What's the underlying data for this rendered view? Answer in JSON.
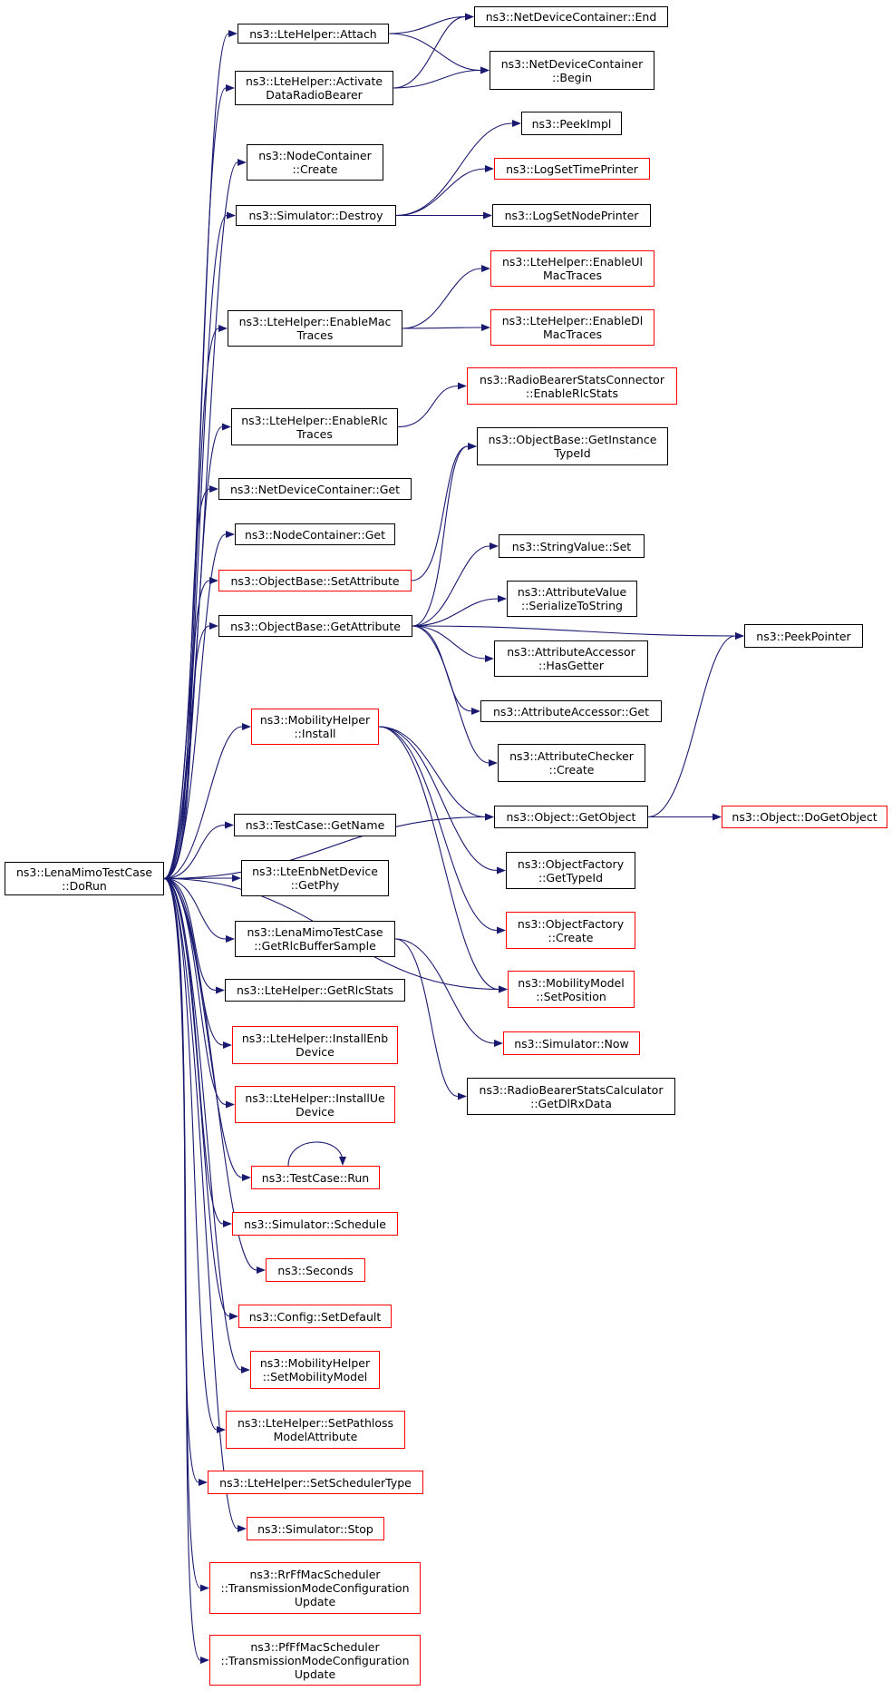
{
  "colors": {
    "edge": "#191970",
    "red_border": "#ff0000",
    "black_border": "#000000",
    "root_fill": "#bfbfbf"
  },
  "nodes": [
    {
      "id": "root",
      "lines": [
        "ns3::LenaMimoTestCase",
        "::DoRun"
      ],
      "style": "root"
    },
    {
      "id": "attach",
      "lines": [
        "ns3::LteHelper::Attach"
      ],
      "style": "black"
    },
    {
      "id": "activate",
      "lines": [
        "ns3::LteHelper::Activate",
        "DataRadioBearer"
      ],
      "style": "black"
    },
    {
      "id": "ndc_end",
      "lines": [
        "ns3::NetDeviceContainer::End"
      ],
      "style": "black"
    },
    {
      "id": "ndc_begin",
      "lines": [
        "ns3::NetDeviceContainer",
        "::Begin"
      ],
      "style": "black"
    },
    {
      "id": "nc_create",
      "lines": [
        "ns3::NodeContainer",
        "::Create"
      ],
      "style": "black"
    },
    {
      "id": "sim_destroy",
      "lines": [
        "ns3::Simulator::Destroy"
      ],
      "style": "black"
    },
    {
      "id": "peekimpl",
      "lines": [
        "ns3::PeekImpl"
      ],
      "style": "black"
    },
    {
      "id": "logtime",
      "lines": [
        "ns3::LogSetTimePrinter"
      ],
      "style": "red"
    },
    {
      "id": "lognode",
      "lines": [
        "ns3::LogSetNodePrinter"
      ],
      "style": "black"
    },
    {
      "id": "en_mac",
      "lines": [
        "ns3::LteHelper::EnableMac",
        "Traces"
      ],
      "style": "black"
    },
    {
      "id": "en_ul",
      "lines": [
        "ns3::LteHelper::EnableUl",
        "MacTraces"
      ],
      "style": "red"
    },
    {
      "id": "en_dl",
      "lines": [
        "ns3::LteHelper::EnableDl",
        "MacTraces"
      ],
      "style": "red"
    },
    {
      "id": "en_rlc",
      "lines": [
        "ns3::LteHelper::EnableRlc",
        "Traces"
      ],
      "style": "black"
    },
    {
      "id": "rbsc",
      "lines": [
        "ns3::RadioBearerStatsConnector",
        "::EnableRlcStats"
      ],
      "style": "red"
    },
    {
      "id": "ndc_get",
      "lines": [
        "ns3::NetDeviceContainer::Get"
      ],
      "style": "black"
    },
    {
      "id": "nc_get",
      "lines": [
        "ns3::NodeContainer::Get"
      ],
      "style": "black"
    },
    {
      "id": "ob_set",
      "lines": [
        "ns3::ObjectBase::SetAttribute"
      ],
      "style": "red"
    },
    {
      "id": "ob_get",
      "lines": [
        "ns3::ObjectBase::GetAttribute"
      ],
      "style": "black"
    },
    {
      "id": "ob_git",
      "lines": [
        "ns3::ObjectBase::GetInstance",
        "TypeId"
      ],
      "style": "black"
    },
    {
      "id": "sv_set",
      "lines": [
        "ns3::StringValue::Set"
      ],
      "style": "black"
    },
    {
      "id": "av_ser",
      "lines": [
        "ns3::AttributeValue",
        "::SerializeToString"
      ],
      "style": "black"
    },
    {
      "id": "aa_has",
      "lines": [
        "ns3::AttributeAccessor",
        "::HasGetter"
      ],
      "style": "black"
    },
    {
      "id": "aa_get",
      "lines": [
        "ns3::AttributeAccessor::Get"
      ],
      "style": "black"
    },
    {
      "id": "ac_create",
      "lines": [
        "ns3::AttributeChecker",
        "::Create"
      ],
      "style": "black"
    },
    {
      "id": "peekptr",
      "lines": [
        "ns3::PeekPointer"
      ],
      "style": "black"
    },
    {
      "id": "mh_install",
      "lines": [
        "ns3::MobilityHelper",
        "::Install"
      ],
      "style": "red"
    },
    {
      "id": "obj_get",
      "lines": [
        "ns3::Object::GetObject"
      ],
      "style": "black"
    },
    {
      "id": "obj_doget",
      "lines": [
        "ns3::Object::DoGetObject"
      ],
      "style": "red"
    },
    {
      "id": "of_gettid",
      "lines": [
        "ns3::ObjectFactory",
        "::GetTypeId"
      ],
      "style": "black"
    },
    {
      "id": "of_create",
      "lines": [
        "ns3::ObjectFactory",
        "::Create"
      ],
      "style": "red"
    },
    {
      "id": "mm_setpos",
      "lines": [
        "ns3::MobilityModel",
        "::SetPosition"
      ],
      "style": "red"
    },
    {
      "id": "sim_now",
      "lines": [
        "ns3::Simulator::Now"
      ],
      "style": "red"
    },
    {
      "id": "rbscalc",
      "lines": [
        "ns3::RadioBearerStatsCalculator",
        "::GetDlRxData"
      ],
      "style": "black"
    },
    {
      "id": "tc_getname",
      "lines": [
        "ns3::TestCase::GetName"
      ],
      "style": "black"
    },
    {
      "id": "enb_getphy",
      "lines": [
        "ns3::LteEnbNetDevice",
        "::GetPhy"
      ],
      "style": "black"
    },
    {
      "id": "lena_getrlc",
      "lines": [
        "ns3::LenaMimoTestCase",
        "::GetRlcBufferSample"
      ],
      "style": "black"
    },
    {
      "id": "lte_getrlc",
      "lines": [
        "ns3::LteHelper::GetRlcStats"
      ],
      "style": "black"
    },
    {
      "id": "inst_enb",
      "lines": [
        "ns3::LteHelper::InstallEnb",
        "Device"
      ],
      "style": "red"
    },
    {
      "id": "inst_ue",
      "lines": [
        "ns3::LteHelper::InstallUe",
        "Device"
      ],
      "style": "red"
    },
    {
      "id": "tc_run",
      "lines": [
        "ns3::TestCase::Run"
      ],
      "style": "red"
    },
    {
      "id": "sim_sched",
      "lines": [
        "ns3::Simulator::Schedule"
      ],
      "style": "red"
    },
    {
      "id": "seconds",
      "lines": [
        "ns3::Seconds"
      ],
      "style": "red"
    },
    {
      "id": "cfg_setdef",
      "lines": [
        "ns3::Config::SetDefault"
      ],
      "style": "red"
    },
    {
      "id": "mh_setmob",
      "lines": [
        "ns3::MobilityHelper",
        "::SetMobilityModel"
      ],
      "style": "red"
    },
    {
      "id": "lte_setpl",
      "lines": [
        "ns3::LteHelper::SetPathloss",
        "ModelAttribute"
      ],
      "style": "red"
    },
    {
      "id": "lte_setsch",
      "lines": [
        "ns3::LteHelper::SetSchedulerType"
      ],
      "style": "red"
    },
    {
      "id": "sim_stop",
      "lines": [
        "ns3::Simulator::Stop"
      ],
      "style": "red"
    },
    {
      "id": "rr_tm",
      "lines": [
        "ns3::RrFfMacScheduler",
        "::TransmissionModeConfiguration",
        "Update"
      ],
      "style": "red"
    },
    {
      "id": "pf_tm",
      "lines": [
        "ns3::PfFfMacScheduler",
        "::TransmissionModeConfiguration",
        "Update"
      ],
      "style": "red"
    }
  ],
  "edges": [
    [
      "root",
      "attach"
    ],
    [
      "root",
      "activate"
    ],
    [
      "root",
      "nc_create"
    ],
    [
      "root",
      "sim_destroy"
    ],
    [
      "root",
      "en_mac"
    ],
    [
      "root",
      "en_rlc"
    ],
    [
      "root",
      "ndc_get"
    ],
    [
      "root",
      "nc_get"
    ],
    [
      "root",
      "ob_set"
    ],
    [
      "root",
      "ob_get"
    ],
    [
      "root",
      "obj_get"
    ],
    [
      "root",
      "mh_install"
    ],
    [
      "root",
      "mm_setpos"
    ],
    [
      "root",
      "tc_getname"
    ],
    [
      "root",
      "enb_getphy"
    ],
    [
      "root",
      "lena_getrlc"
    ],
    [
      "root",
      "lte_getrlc"
    ],
    [
      "root",
      "inst_enb"
    ],
    [
      "root",
      "inst_ue"
    ],
    [
      "root",
      "tc_run"
    ],
    [
      "root",
      "sim_sched"
    ],
    [
      "root",
      "seconds"
    ],
    [
      "root",
      "cfg_setdef"
    ],
    [
      "root",
      "mh_setmob"
    ],
    [
      "root",
      "lte_setpl"
    ],
    [
      "root",
      "lte_setsch"
    ],
    [
      "root",
      "sim_stop"
    ],
    [
      "root",
      "rr_tm"
    ],
    [
      "root",
      "pf_tm"
    ],
    [
      "attach",
      "ndc_end"
    ],
    [
      "attach",
      "ndc_begin"
    ],
    [
      "activate",
      "ndc_end"
    ],
    [
      "activate",
      "ndc_begin"
    ],
    [
      "sim_destroy",
      "peekimpl"
    ],
    [
      "sim_destroy",
      "logtime"
    ],
    [
      "sim_destroy",
      "lognode"
    ],
    [
      "en_mac",
      "en_ul"
    ],
    [
      "en_mac",
      "en_dl"
    ],
    [
      "en_rlc",
      "rbsc"
    ],
    [
      "ob_set",
      "ob_git"
    ],
    [
      "ob_get",
      "ob_git"
    ],
    [
      "ob_get",
      "peekptr"
    ],
    [
      "ob_get",
      "sv_set"
    ],
    [
      "ob_get",
      "av_ser"
    ],
    [
      "ob_get",
      "aa_has"
    ],
    [
      "ob_get",
      "aa_get"
    ],
    [
      "ob_get",
      "ac_create"
    ],
    [
      "mh_install",
      "obj_get"
    ],
    [
      "mh_install",
      "of_gettid"
    ],
    [
      "mh_install",
      "of_create"
    ],
    [
      "mh_install",
      "mm_setpos"
    ],
    [
      "obj_get",
      "peekptr"
    ],
    [
      "obj_get",
      "obj_doget"
    ],
    [
      "lena_getrlc",
      "sim_now"
    ],
    [
      "lena_getrlc",
      "rbscalc"
    ],
    [
      "tc_run",
      "tc_run"
    ]
  ]
}
